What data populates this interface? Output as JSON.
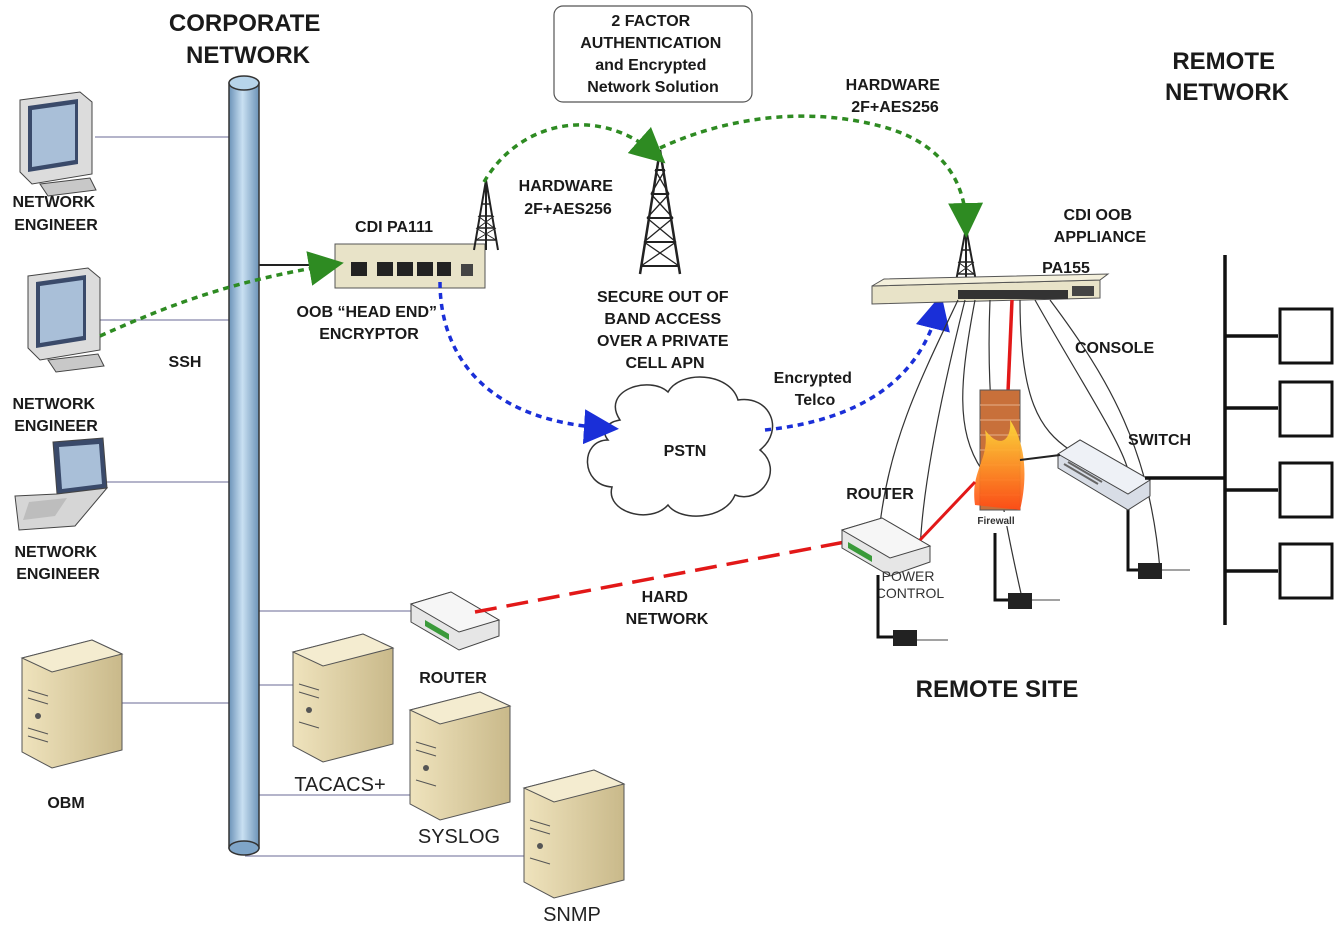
{
  "labels": {
    "corporate_network": [
      "CORPORATE",
      "NETWORK"
    ],
    "remote_network": [
      "REMOTE",
      "NETWORK"
    ],
    "two_factor_box": [
      "2 FACTOR",
      "AUTHENTICATION",
      "and Encrypted",
      "Network Solution"
    ],
    "network_engineer_1": [
      "NETWORK",
      "ENGINEER"
    ],
    "network_engineer_2": [
      "NETWORK",
      "ENGINEER"
    ],
    "network_engineer_3": [
      "NETWORK",
      "ENGINEER"
    ],
    "ssh": "SSH",
    "obm": "OBM",
    "cdi_pa111": "CDI PA111",
    "oob_head_end": [
      "OOB “HEAD END”",
      "ENCRYPTOR"
    ],
    "hardware_left": [
      "HARDWARE",
      "2F+AES256"
    ],
    "hardware_right": [
      "HARDWARE",
      "2F+AES256"
    ],
    "secure_oob": [
      "SECURE OUT OF",
      "BAND ACCESS",
      "OVER A PRIVATE",
      "CELL APN"
    ],
    "pstn": "PSTN",
    "encrypted_telco": [
      "Encrypted",
      "Telco"
    ],
    "cdi_oob_appliance": [
      "CDI OOB",
      "APPLIANCE"
    ],
    "pa155": "PA155",
    "console": "CONSOLE",
    "switch": "SWITCH",
    "router_remote": "ROUTER",
    "router_corp": "ROUTER",
    "firewall": "Firewall",
    "power_control": [
      "POWER",
      "CONTROL"
    ],
    "hard_network": [
      "HARD",
      "NETWORK"
    ],
    "remote_site": "REMOTE SITE",
    "tacacs": "TACACS+",
    "syslog": "SYSLOG",
    "snmp": "SNMP"
  },
  "colors": {
    "cellular_link": "#2e8b22",
    "pstn_link": "#1a2fd8",
    "hard_network_link": "#e21818",
    "backbone": "#9ec3e0"
  }
}
